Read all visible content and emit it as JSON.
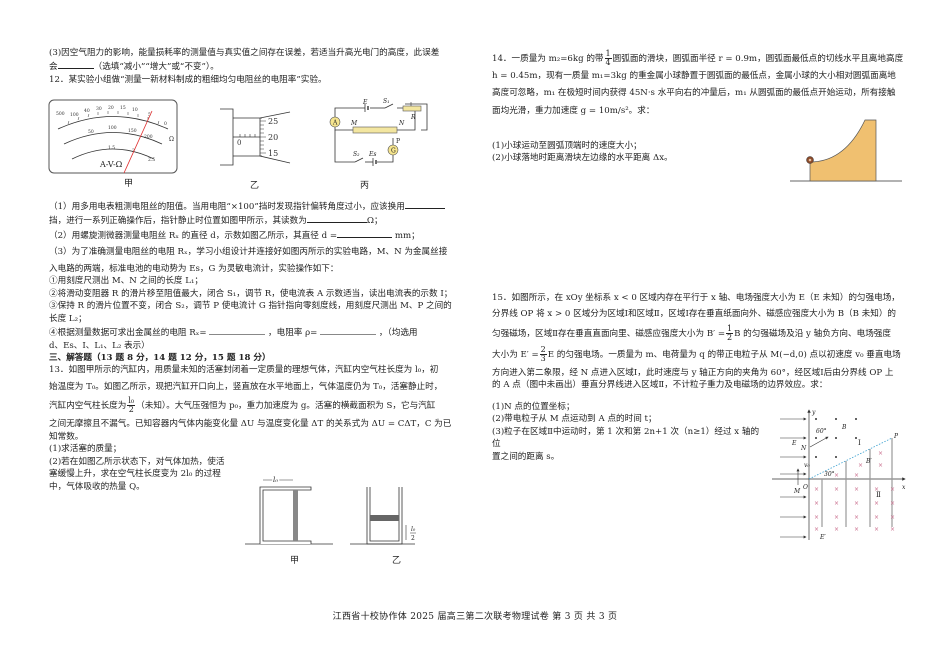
{
  "left": {
    "q11_3": "(3)因空气阻力的影响，能量损耗率的测量值与真实值之间存在误差，若适当升高光电门的高度，此误差",
    "q11_3b_pre": "会",
    "q11_3b_post": "（选填“减小”“增大”或“不变”）。",
    "q12_title": "12．某实验小组做“测量一新材料制成的粗细均匀电阻丝的电阻率”实验。",
    "fig_meter": {
      "label": "A-V-Ω",
      "caption": "甲",
      "top_scale": [
        "500",
        "1k",
        "200",
        "100",
        "50",
        "40",
        "30",
        "20",
        "15",
        "10",
        "5",
        "0"
      ],
      "mid_scale": [
        "0",
        "50",
        "100",
        "150",
        "200",
        "250"
      ],
      "mid_scale2": [
        "0",
        "10",
        "20",
        "30",
        "40",
        "50"
      ],
      "low_scale": [
        "0",
        "0.5",
        "1",
        "1.5",
        "2",
        "2.5"
      ],
      "ohm_symbol": "Ω",
      "ac_symbol": "≈",
      "dc_symbol": "V"
    },
    "fig_micrometer": {
      "caption": "乙",
      "sleeve_zero": "0",
      "thimble": [
        "25",
        "20",
        "15"
      ]
    },
    "fig_circuit": {
      "caption": "丙",
      "labels": {
        "E": "E",
        "S1": "S₁",
        "R": "R",
        "A": "A",
        "M": "M",
        "N": "N",
        "P": "P",
        "G": "G",
        "S2": "S₂",
        "Es": "Es"
      }
    },
    "q12_1a": "（1）用多用电表粗测电阻丝的阻值。当用电阻“×100”挡时发现指针偏转角度过小，应该换用",
    "q12_1b": "挡，进行一系列正确操作后，指针静止时位置如图甲所示，其读数为",
    "q12_1b_unit": "Ω；",
    "q12_2": "（2）用螺旋测微器测量电阻丝 Rₓ 的直径 d，示数如图乙所示，其直径 d =",
    "q12_2_unit": "mm；",
    "q12_3a": "（3）为了准确测量电阻丝的电阻 Rₓ，学习小组设计并连接好如图丙所示的实验电路，M、N 为金属丝接",
    "q12_3b": "入电路的两端，标准电池的电动势为 Es，G 为灵敏电流计，实验操作如下：",
    "step1": "①用刻度尺测出 M、N 之间的长度 L₁；",
    "step2": "②将滑动变阻器 R 的滑片移至阻值最大，闭合 S₁，调节 R，使电流表 A 示数适当，读出电流表的示数 I；",
    "step3": "③保持 R 的滑片位置不变，闭合 S₂，调节 P 使电流计 G 指针指向零刻度线，用刻度尺测出 M、P 之间的",
    "step3b": "长度 L₂；",
    "step4_a": "④根据测量数据可求出金属丝的电阻 Rₓ=",
    "step4_b": "，电阻率 ρ=",
    "step4_c": "，（均选用",
    "step4_d": "d、Es、I、L₁、L₂ 表示）",
    "section3": "三、解答题（13 题 8 分，14 题 12 分，15 题 18 分）",
    "q13_a": "13．如图甲所示的汽缸内，用质量未知的活塞封闭着一定质量的理想气体，汽缸内空气柱长度为 l₀，初",
    "q13_b": "始温度为 T₀。如图乙所示，现把汽缸开口向上，竖直放在水平地面上，气体温度仍为 T₀，活塞静止时，",
    "q13_c_pre": "汽缸内空气柱长度为",
    "q13_c_frac_num": "l₀",
    "q13_c_frac_den": "2",
    "q13_c_post": "（未知）。大气压强恒为 p₀，重力加速度为 g。活塞的横截面积为 S，它与汽缸",
    "q13_d": "之间无摩擦且不漏气。已知容器内气体内能变化量 ΔU 与温度变化量 ΔT 的关系式为 ΔU = CΔT，C 为已",
    "q13_e": "知常数。",
    "q13_1": "(1)求活塞的质量；",
    "q13_2a": "(2)若在如图乙所示状态下，对气体加热，使活",
    "q13_2b": "塞缓慢上升，求在空气柱长度变为 2l₀ 的过程",
    "q13_2c": "中，气体吸收的热量 Q。",
    "fig_cyl": {
      "caption_a": "甲",
      "caption_b": "乙",
      "dim_a": "l₀",
      "dim_b_num": "l₀",
      "dim_b_den": "2"
    }
  },
  "right": {
    "q14_a_pre": "14．一质量为 m₂=6kg 的带",
    "q14_a_frac_num": "1",
    "q14_a_frac_den": "4",
    "q14_a_post": "圆弧面的滑块，圆弧面半径 r = 0.9m，圆弧面最低点的切线水平且离地高度",
    "q14_b": "h = 0.45m，现有一质量 m₁=3kg 的重金属小球静置于圆弧面的最低点，金属小球的大小相对圆弧面离地",
    "q14_c": "高度可忽略，m₁ 在极短时间内获得 45N·s 水平向右的冲量后，m₁ 从圆弧面的最低点开始运动，所有接触",
    "q14_d": "面均光滑，重力加速度 g = 10m/s²。求：",
    "q14_1": "(1)小球运动至圆弧顶端时的速度大小；",
    "q14_2": "(2)小球落地时距离滑块左边缘的水平距离 Δx。",
    "q15_a": "15．如图所示，在 xOy 坐标系 x < 0 区域内存在平行于 x 轴、电场强度大小为 E（E 未知）的匀强电场，",
    "q15_b": "分界线 OP 将 x > 0 区域分为区域Ⅰ和区域Ⅱ，区域Ⅰ存在垂直纸面向外、磁感应强度大小为 B（B 未知）的",
    "q15_c_pre": "匀强磁场，区域Ⅱ存在垂直直面向里、磁感应强度大小为 B′ =",
    "q15_c_frac_num": "1",
    "q15_c_frac_den": "2",
    "q15_c_post": "B 的匀强磁场及沿 y 轴负方向、电场强度",
    "q15_d_pre": "大小为 E′ =",
    "q15_d_frac_num": "2",
    "q15_d_frac_den": "3",
    "q15_d_post": "E 的匀强电场。一质量为 m、电荷量为 q 的带正电粒子从 M(−d,0) 点以初速度 v₀ 垂直电场",
    "q15_e": "方向进入第二象限，经 N 点进入区域Ⅰ，此时速度与 y 轴正方向的夹角为 60°，经区域Ⅰ后由分界线 OP 上",
    "q15_f": "的 A 点（图中未画出）垂直分界线进入区域Ⅱ，不计粒子重力及电磁场的边界效应。求：",
    "q15_1": "(1)N 点的位置坐标；",
    "q15_2": "(2)带电粒子从 M 点运动到 A 点的时间 t；",
    "q15_3a": "(3)粒子在区域Ⅱ中运动时，第 1 次和第 2n+1 次（n≥1）经过 x 轴的位",
    "q15_3b": "置之间的距离 s。",
    "fig_field": {
      "labels": {
        "y": "y",
        "x": "x",
        "O": "O",
        "M": "M",
        "N": "N",
        "P": "P",
        "E": "E",
        "Ep": "E′",
        "B": "B",
        "Bp": "B′",
        "I": "Ⅰ",
        "II": "Ⅱ",
        "v0": "v₀",
        "ang60": "60°",
        "ang30": "30°"
      },
      "colors": {
        "crosses": "#c86a8a",
        "dotted_line": "#3aa0d0"
      }
    },
    "fig_slider": {
      "fill": "#f0c070",
      "ball": "#8a4a2a"
    }
  },
  "footer": "江西省十校协作体 2025 届高三第二次联考物理试卷  第 3 页  共 3 页"
}
